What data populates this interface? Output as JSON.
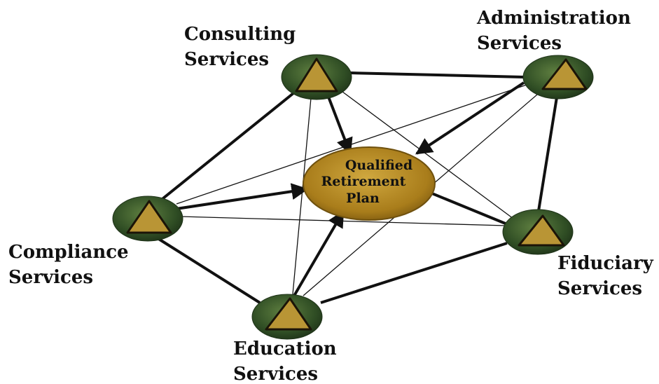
{
  "center": {
    "line1": "Qualified",
    "line2": "Retirement",
    "line3": "Plan"
  },
  "nodes": {
    "consulting": {
      "line1": "Consulting",
      "line2": "Services"
    },
    "administration": {
      "line1": "Administration",
      "line2": "Services"
    },
    "compliance": {
      "line1": "Compliance",
      "line2": "Services"
    },
    "fiduciary": {
      "line1": "Fiduciary",
      "line2": "Services"
    },
    "education": {
      "line1": "Education",
      "line2": "Services"
    }
  },
  "colors": {
    "node_fill": "#2f4d24",
    "node_highlight": "#5f7f40",
    "triangle_fill": "#b99535",
    "triangle_outline": "#1b1408",
    "center_fill": "#a97d1b",
    "center_highlight": "#d0a83f",
    "edge": "#111111"
  }
}
